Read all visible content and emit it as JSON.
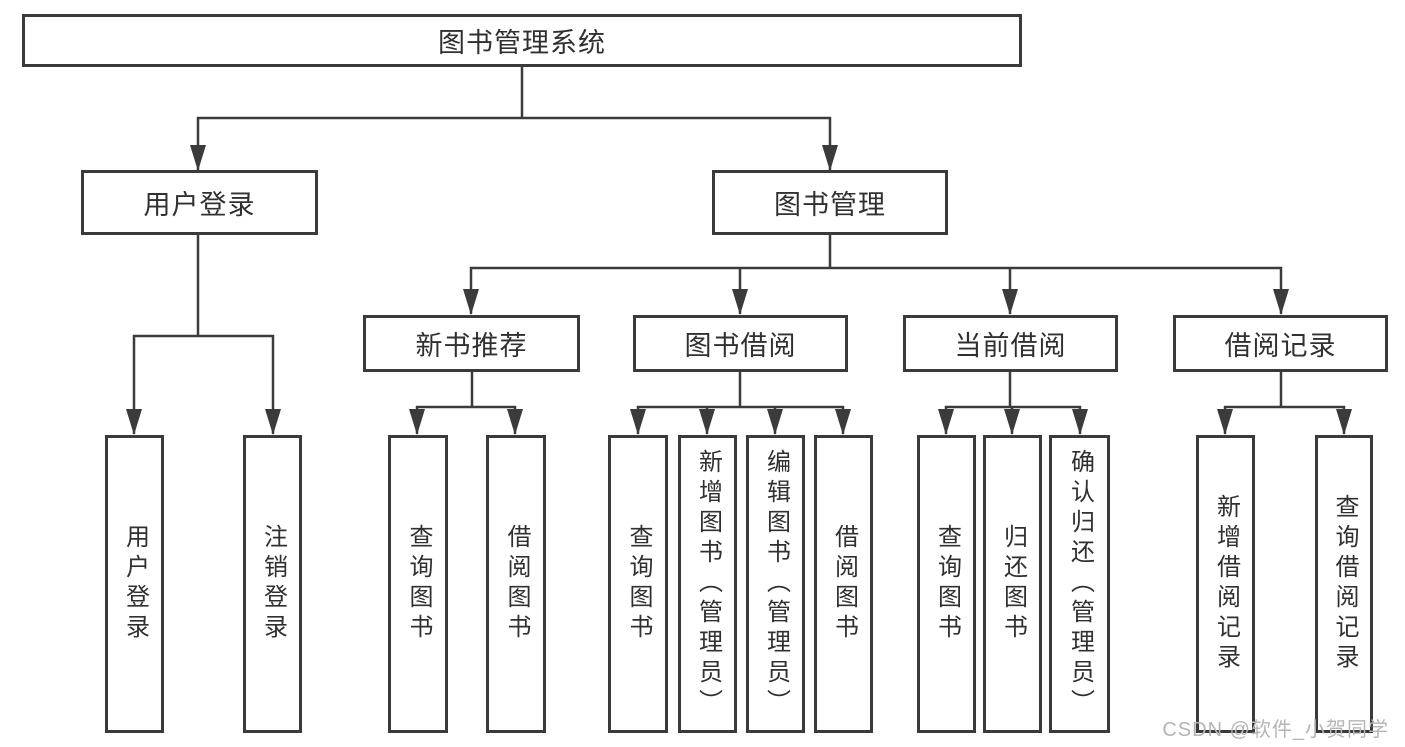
{
  "diagram": {
    "root": {
      "label": "图书管理系统"
    },
    "branches": [
      {
        "label": "用户登录",
        "children": [
          "用户登录",
          "注销登录"
        ]
      },
      {
        "label": "图书管理",
        "children": [
          {
            "label": "新书推荐",
            "children": [
              "查询图书",
              "借阅图书"
            ]
          },
          {
            "label": "图书借阅",
            "children": [
              "查询图书",
              "新增图书（管理员）",
              "编辑图书（管理员）",
              "借阅图书"
            ]
          },
          {
            "label": "当前借阅",
            "children": [
              "查询图书",
              "归还图书",
              "确认归还（管理员）"
            ]
          },
          {
            "label": "借阅记录",
            "children": [
              "新增借阅记录",
              "查询借阅记录"
            ]
          }
        ]
      }
    ]
  },
  "watermark": {
    "text": "CSDN @软件_小贺同学"
  },
  "colors": {
    "line": "#3b3b3b",
    "box_border": "#3a3a3a",
    "text": "#303030",
    "watermark": "#b5b5b5",
    "background": "#ffffff"
  }
}
